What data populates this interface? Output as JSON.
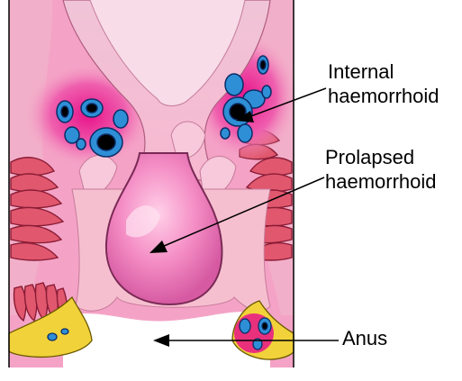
{
  "labels": {
    "internal": {
      "line1": "Internal",
      "line2": "haemorrhoid"
    },
    "prolapsed": {
      "line1": "Prolapsed",
      "line2": "haemorrhoid"
    },
    "anus": "Anus"
  },
  "colors": {
    "tissue_pink": "#f4a3c6",
    "muscle_red": "#e8707f",
    "vessel_blue": "#2e8fd6",
    "fat_yellow": "#f2d23a",
    "hot_spot": "#e8148a",
    "outline": "#000000"
  }
}
